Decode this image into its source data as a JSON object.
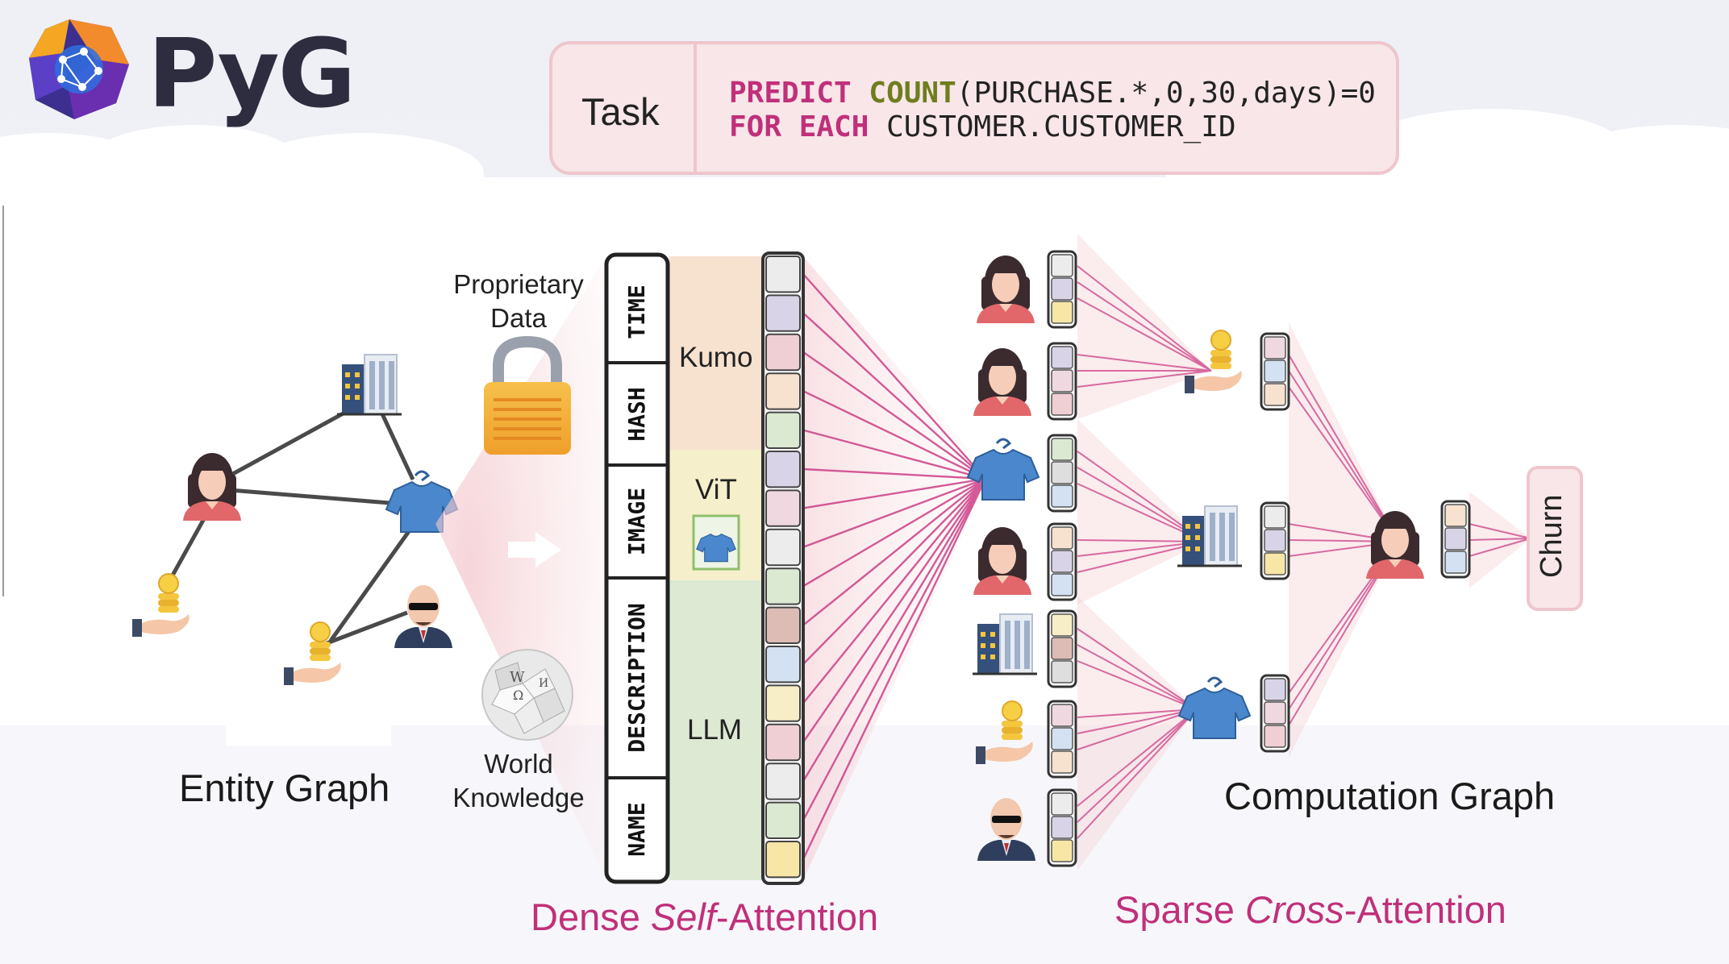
{
  "logo": {
    "text": "PyG"
  },
  "task": {
    "label": "Task",
    "line1": {
      "kw1": "PREDICT",
      "kw2": "COUNT",
      "rest": "(PURCHASE.*,0,30,days)=0"
    },
    "line2": {
      "kw1": "FOR EACH",
      "rest": " CUSTOMER.CUSTOMER_ID"
    }
  },
  "entity_graph": {
    "caption": "Entity Graph"
  },
  "sources": {
    "proprietary": "Proprietary\nData",
    "world": "World\nKnowledge"
  },
  "columns": [
    "TIME",
    "HASH",
    "IMAGE",
    "DESCRIPTION",
    "NAME"
  ],
  "encoders": [
    "Kumo",
    "ViT",
    "LLM"
  ],
  "dense_caption": {
    "a": "Dense ",
    "b": "Self",
    "c": "-Attention"
  },
  "computation_graph": {
    "caption": "Computation Graph",
    "output": "Churn"
  },
  "sparse_caption": {
    "a": "Sparse ",
    "b": "Cross",
    "c": "-Attention"
  },
  "colors": {
    "accent_pink": "#c0307a",
    "keyword_green": "#6f7d1e",
    "time_band": "#f7e1cf",
    "image_band": "#f6efcb",
    "llm_band": "#dde9d2"
  },
  "icons": [
    "pyg-logo-icon",
    "customer-icon",
    "store-icon",
    "product-shirt-icon",
    "purchase-coin-icon",
    "person-sunglasses-icon",
    "lock-icon",
    "wikipedia-globe-icon",
    "arrow-right-icon"
  ]
}
